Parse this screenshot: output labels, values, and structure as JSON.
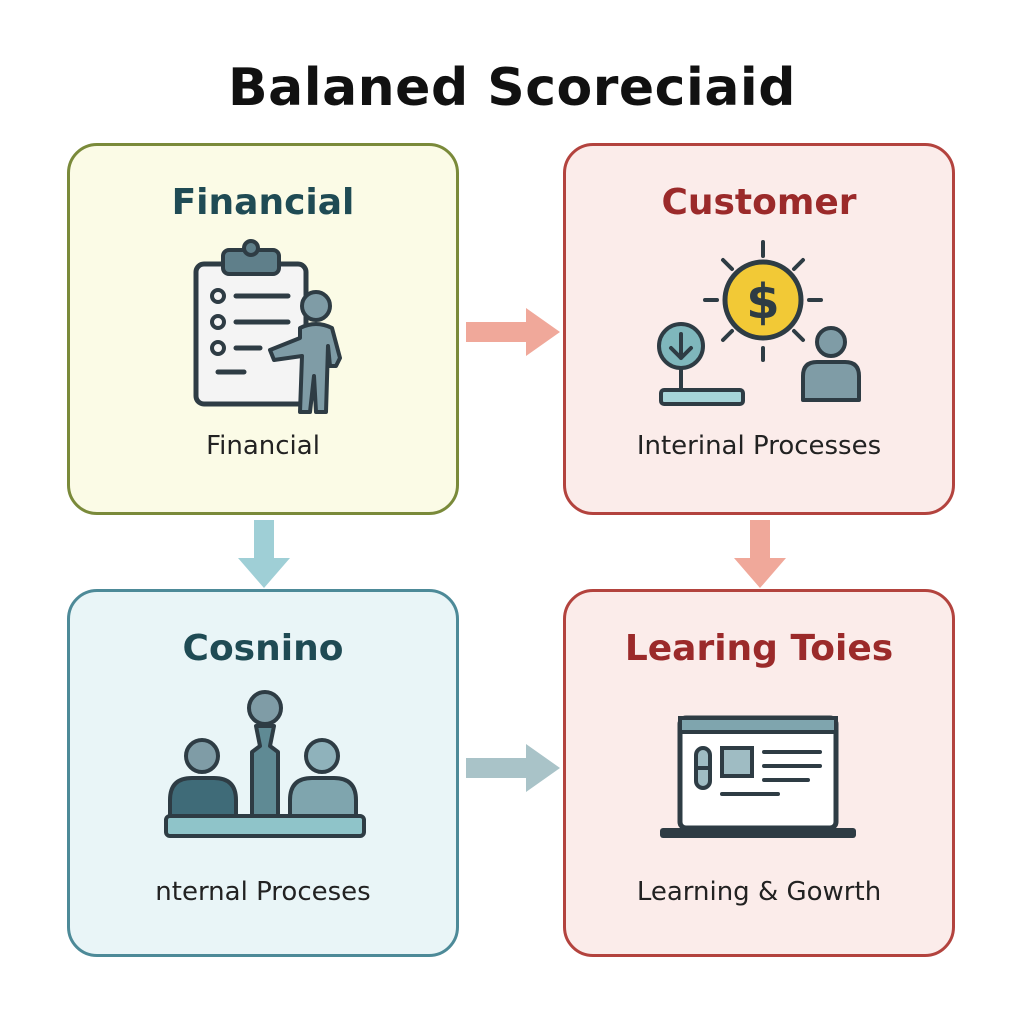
{
  "diagram": {
    "title": "Balaned Scoreciaid",
    "cards": {
      "financial": {
        "heading": "Financial",
        "caption": "Financial",
        "icon": "clipboard-presenter-icon"
      },
      "customer": {
        "heading": "Customer",
        "caption": "Interinal Processes",
        "icon": "money-sun-customer-icon"
      },
      "cosnino": {
        "heading": "Cosnino",
        "caption": "nternal Proceses",
        "icon": "team-meeting-icon"
      },
      "learning": {
        "heading": "Learing Toies",
        "caption": "Learning & Gowrth",
        "icon": "laptop-icon"
      }
    },
    "colors": {
      "financial_border": "#7a8a3a",
      "customer_border": "#b3433e",
      "cosnino_border": "#4d8a98",
      "learning_border": "#b3433e",
      "arrow_salmon": "#f0a89a",
      "arrow_teal": "#9fcfd6",
      "arrow_gray": "#a9c3c8"
    }
  }
}
